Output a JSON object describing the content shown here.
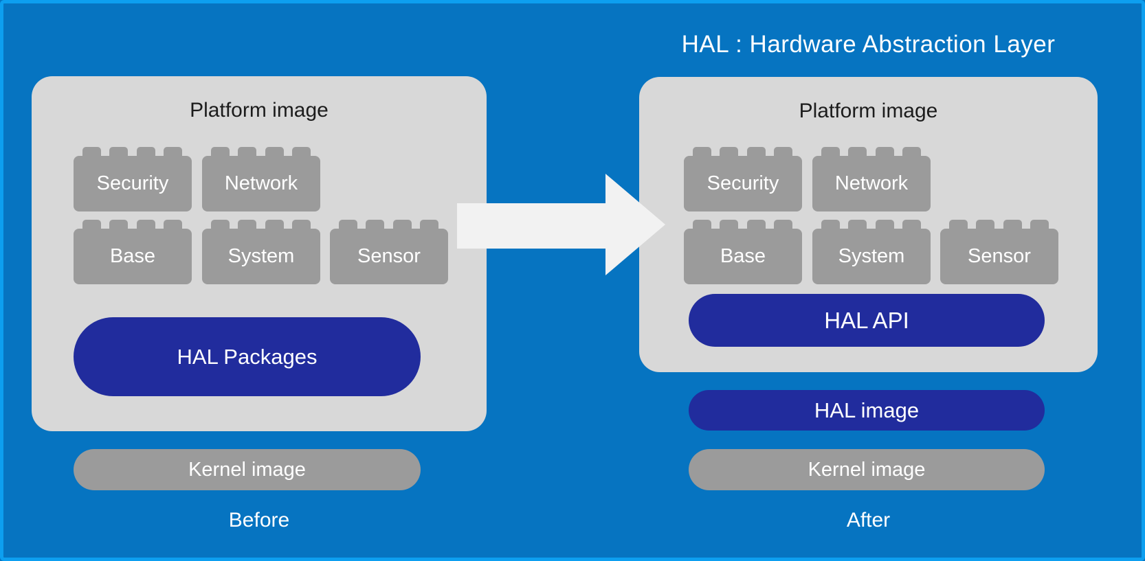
{
  "title": "HAL : Hardware Abstraction Layer",
  "colors": {
    "background": "#0674c1",
    "frame": "#0d9ff0",
    "panel": "#d8d8d8",
    "brick_gray": "#9b9b9b",
    "dark_blue_pill": "#212c9d",
    "gray_pill": "#9b9b9b",
    "arrow": "#f2f2f2",
    "panel_title_text": "#1c1c1c",
    "white_text": "#ffffff"
  },
  "before": {
    "panel_title": "Platform image",
    "bricks": [
      "Security",
      "Network",
      "Base",
      "System",
      "Sensor"
    ],
    "hal_pill": "HAL Packages",
    "kernel_pill": "Kernel image",
    "caption": "Before"
  },
  "after": {
    "panel_title": "Platform image",
    "bricks": [
      "Security",
      "Network",
      "Base",
      "System",
      "Sensor"
    ],
    "hal_pill": "HAL API",
    "hal_image_pill": "HAL image",
    "kernel_pill": "Kernel image",
    "caption": "After"
  },
  "arrow": "right-arrow"
}
